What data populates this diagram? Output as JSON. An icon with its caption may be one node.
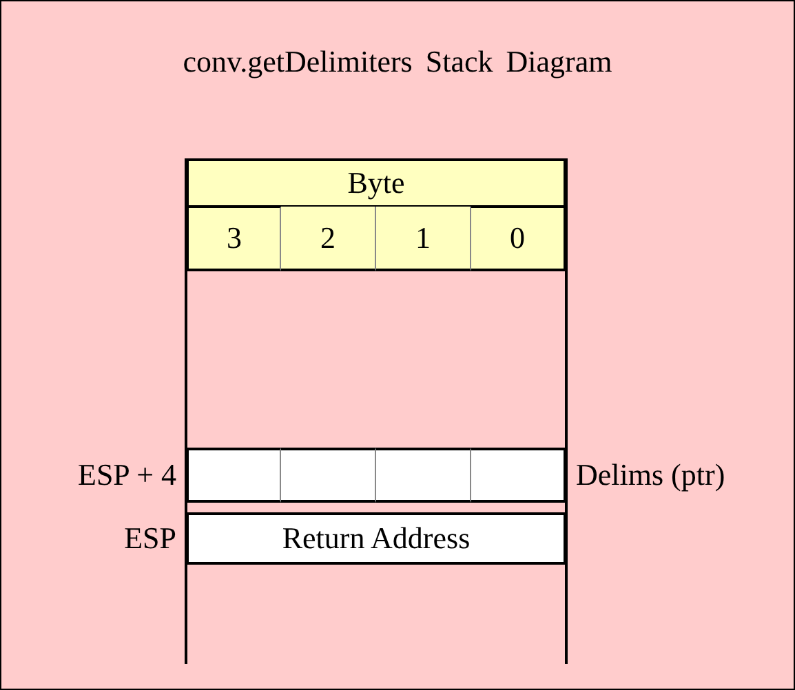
{
  "diagram": {
    "title": "conv.getDelimiters Stack Diagram",
    "nodes": [
      {
        "text": [],
        "shape": "box"
      },
      {
        "text": [],
        "shape": "box"
      },
      {
        "text": [],
        "shape": "box"
      },
      {
        "text": [],
        "shape": "box"
      },
      {
        "text": [
          "Return Address"
        ]
      }
    ],
    "labels": [
      "Byte",
      "3",
      "2",
      "1",
      "0",
      "ESP + 4",
      "Delims (ptr)",
      "ESP"
    ]
  }
}
